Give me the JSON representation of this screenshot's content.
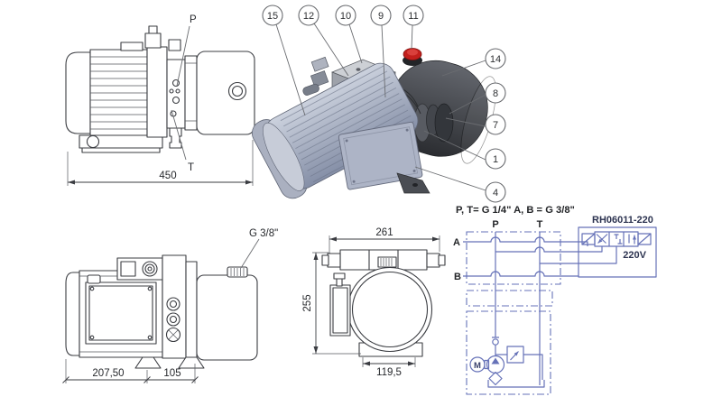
{
  "colors": {
    "line_art": "#3b3d42",
    "schematic_blue": "#6672b8",
    "cap_red": "#c21f1c",
    "motor_gray": "#a9b1c4",
    "tank_dark": "#36383d"
  },
  "side_view": {
    "label_p": "P",
    "label_t": "T",
    "dim_length": "450"
  },
  "bottom_view": {
    "fitting_label": "G 3/8\"",
    "dim_motor": "207,50",
    "dim_pump": "105"
  },
  "front_view": {
    "dim_width": "261",
    "dim_height": "255",
    "dim_base": "119,5"
  },
  "iso_view": {
    "callouts_top": [
      "15",
      "12",
      "10",
      "9",
      "11"
    ],
    "callouts_right": [
      "14",
      "8",
      "7",
      "1",
      "4"
    ]
  },
  "schematic": {
    "ports_note": "P, T= G 1/4\" A, B = G 3/8\"",
    "valve_model": "RH06011-220",
    "voltage": "220V",
    "label_p": "P",
    "label_t": "T",
    "label_a": "A",
    "label_b": "B",
    "motor_label": "M"
  }
}
